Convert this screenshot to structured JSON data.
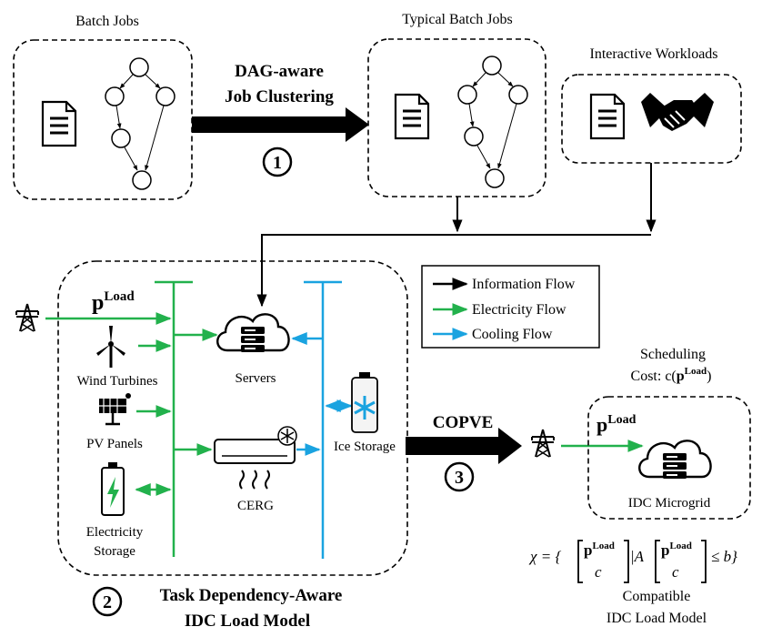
{
  "batch_jobs": {
    "title": "Batch Jobs"
  },
  "typical_batch_jobs": {
    "title": "Typical Batch Jobs"
  },
  "interactive_workloads": {
    "title": "Interactive Workloads"
  },
  "step1": {
    "line1": "DAG-aware",
    "line2": "Job Clustering",
    "number": "1"
  },
  "legend": {
    "information": "Information Flow",
    "electricity": "Electricity Flow",
    "cooling": "Cooling Flow"
  },
  "idc": {
    "p_load_base": "p",
    "p_load_sup": "Load",
    "wind": "Wind Turbines",
    "pv": "PV Panels",
    "storage_line1": "Electricity",
    "storage_line2": "Storage",
    "servers": "Servers",
    "cerg": "CERG",
    "ice": "Ice Storage"
  },
  "step2": {
    "number": "2",
    "line1": "Task Dependency-Aware",
    "line2": "IDC Load Model"
  },
  "step3": {
    "label": "COPVE",
    "number": "3"
  },
  "microgrid": {
    "label": "IDC Microgrid",
    "p_load_base": "p",
    "p_load_sup": "Load"
  },
  "scheduling": {
    "line1": "Scheduling",
    "cost_prefix": "Cost: c(",
    "cost_base": "p",
    "cost_sup": "Load",
    "cost_suffix": ")"
  },
  "formula": {
    "chi": "χ = {",
    "p": "p",
    "sup": "Load",
    "c": "c",
    "bar_A": "|A",
    "tail": "≤ b}"
  },
  "compatible": {
    "line1": "Compatible",
    "line2": "IDC Load Model"
  },
  "colors": {
    "information": "#000000",
    "electricity": "#22b14c",
    "cooling": "#1aa3e0"
  }
}
